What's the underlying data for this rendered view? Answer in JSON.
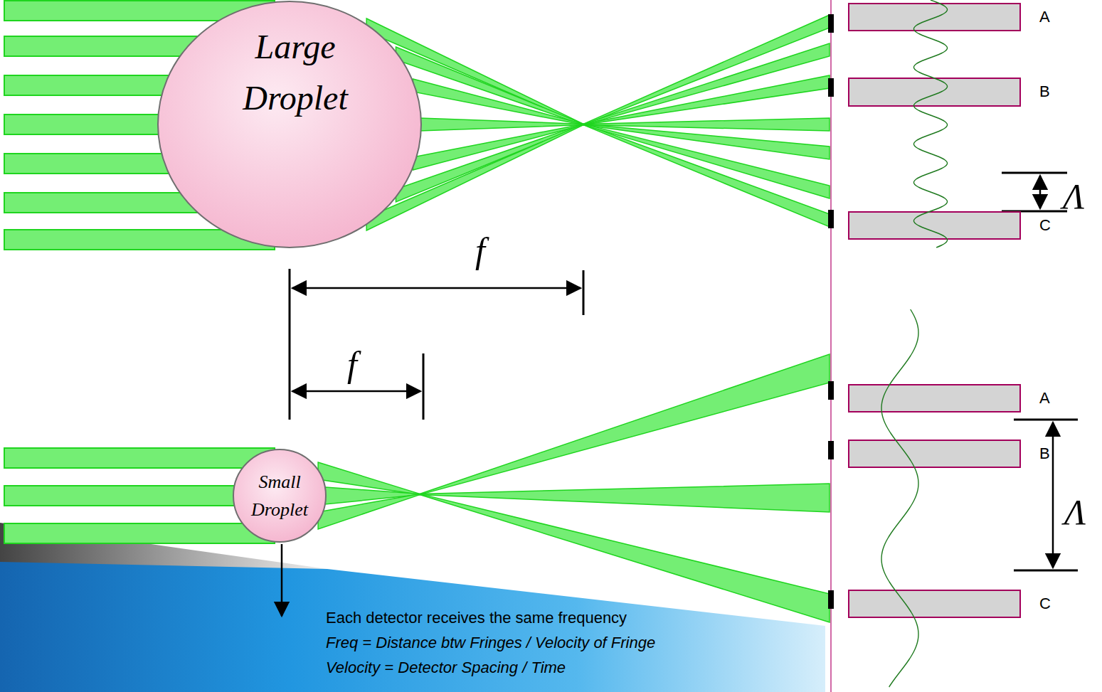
{
  "diagram": {
    "nodes": [
      {
        "text": [
          "Large Droplet"
        ]
      },
      {
        "text": [
          "A"
        ]
      },
      {
        "text": [
          "B"
        ]
      },
      {
        "text": [
          "C"
        ]
      },
      {
        "text": [
          "Small Droplet"
        ]
      },
      {
        "text": [
          "A"
        ]
      },
      {
        "text": [
          "B"
        ]
      },
      {
        "text": [
          "C"
        ]
      }
    ],
    "labels": [
      "Λ",
      "f",
      "f",
      "Λ",
      "Each detector receives the same frequency",
      "Freq = Distance btw Fringes / Velocity of Fringe",
      "Velocity = Detector Spacing / Time"
    ]
  }
}
